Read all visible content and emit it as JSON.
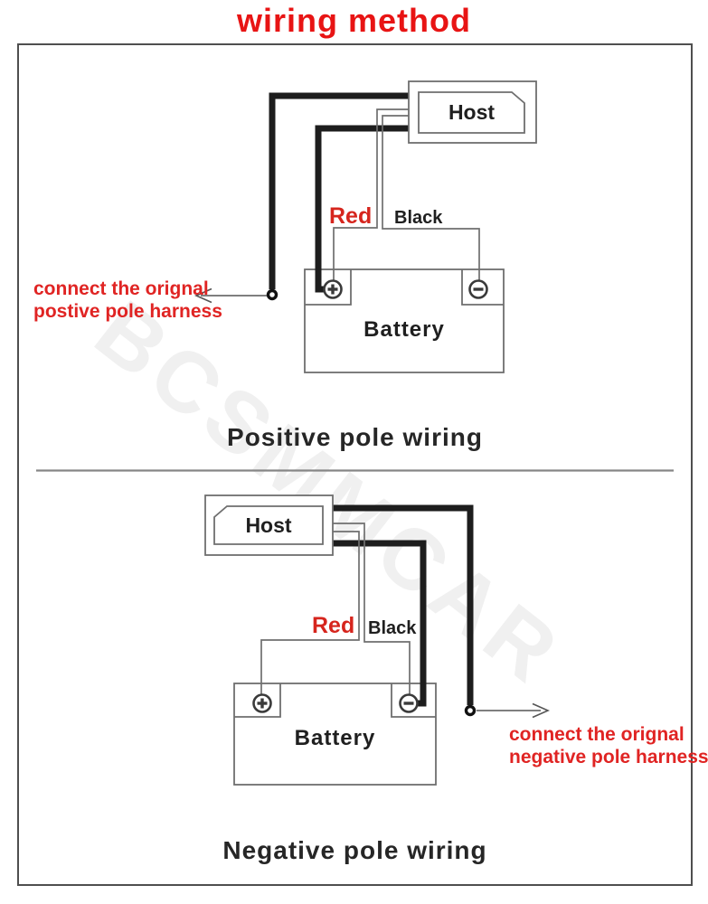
{
  "page": {
    "title": "wiring method",
    "watermark": "BCSMMCAR"
  },
  "colors": {
    "title_red": "#e81414",
    "label_red": "#d6251d",
    "annotation_red": "#e02423",
    "thick_wire": "#1d1d1d",
    "thin_wire": "#6f6f6f",
    "box_border": "#6f6f6f",
    "frame_border": "#4f4f4f",
    "text_dark": "#1f1f1f"
  },
  "positive_diagram": {
    "host_label": "Host",
    "battery_label": "Battery",
    "wire_labels": {
      "red": "Red",
      "black": "Black"
    },
    "annotation": {
      "line1": "connect the orignal",
      "line2": "postive pole harness"
    },
    "caption": "Positive pole wiring"
  },
  "negative_diagram": {
    "host_label": "Host",
    "battery_label": "Battery",
    "wire_labels": {
      "red": "Red",
      "black": "Black"
    },
    "annotation": {
      "line1": "connect the orignal",
      "line2": "negative pole harness"
    },
    "caption": "Negative pole wiring"
  }
}
